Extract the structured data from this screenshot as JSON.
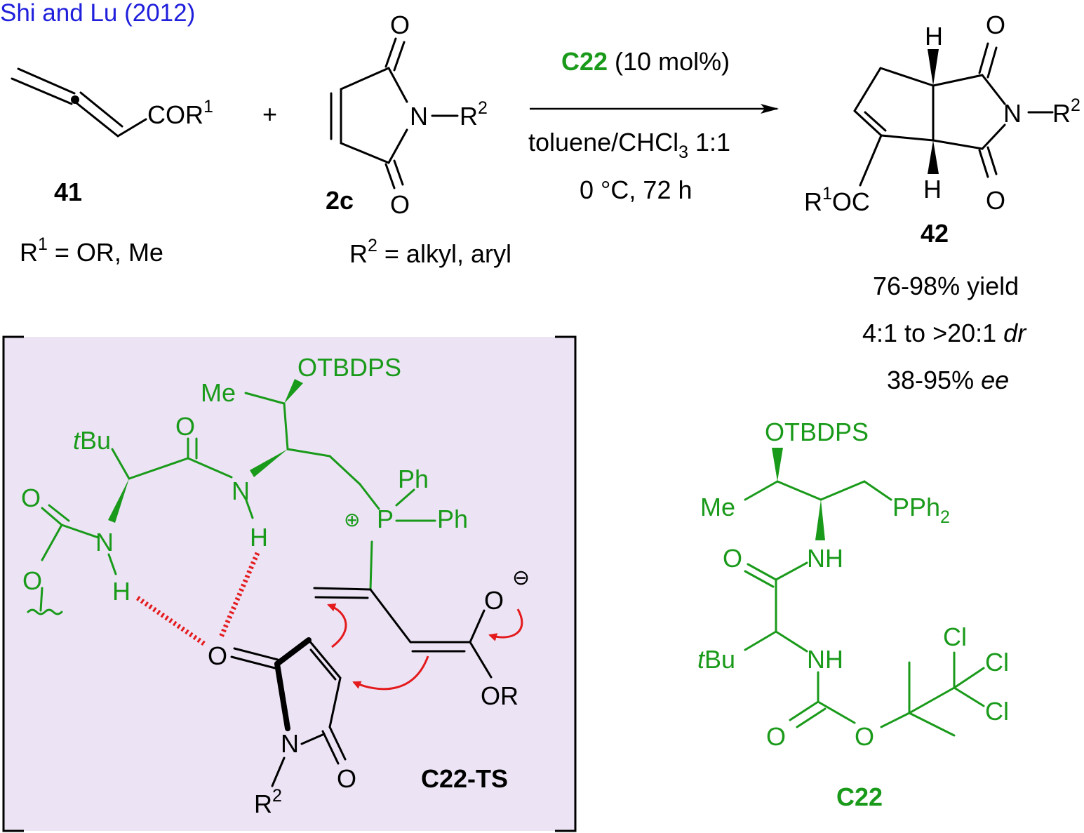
{
  "header": {
    "citation": "Shi and Lu (2012)"
  },
  "colors": {
    "citation": "#1f1fdc",
    "catalyst": "#1a9a1a",
    "ts_panel": "#ece4f5",
    "curly_arrow": "#e41a1c"
  },
  "reaction": {
    "reactant1": {
      "group": "COR",
      "sup": "1",
      "number": "41",
      "definition_r": "R",
      "definition_sup": "1",
      "definition_rest": " = OR, Me"
    },
    "plus": "+",
    "reactant2": {
      "o_top": "O",
      "o_bottom": "O",
      "n": "N",
      "r": "R",
      "r_sup": "2",
      "number": "2c",
      "definition_r": "R",
      "definition_sup": "2",
      "definition_rest": " = alkyl, aryl"
    },
    "conditions": {
      "catalyst": "C22",
      "loading": " (10 mol%)",
      "solvent_a": "toluene/CHCl",
      "solvent_sub": "3",
      "solvent_b": " 1:1",
      "temp_time": "0 °C, 72 h"
    },
    "product": {
      "number": "42",
      "h_top": "H",
      "h_bottom": "H",
      "o_top": "O",
      "o_bottom": "O",
      "n": "N",
      "r": "R",
      "r_sup": "2",
      "acyl_r": "R",
      "acyl_sup": "1",
      "acyl_rest": "OC",
      "yield": "76-98% yield",
      "dr_value": "4:1 to >20:1 ",
      "dr_label": "dr",
      "ee_value": "38-95% ",
      "ee_label": "ee"
    }
  },
  "transition_state": {
    "label": "C22-TS",
    "otbdps": "OTBDPS",
    "me": "Me",
    "o_amide": "O",
    "tbu_t": "t",
    "tbu_bu": "Bu",
    "nh_n": "N",
    "nh_h": "H",
    "carb_o": "O",
    "carb_n": "N",
    "carb_h": "H",
    "carb_oe": "O",
    "p": "P",
    "plus": "⊕",
    "ph1": "Ph",
    "ph2": "Ph",
    "enolate_o": "O",
    "minus": "⊖",
    "or": "OR",
    "mal_o1": "O",
    "mal_o2": "O",
    "mal_n": "N",
    "mal_r": "R",
    "mal_sup": "2"
  },
  "catalyst_structure": {
    "label": "C22",
    "otbdps": "OTBDPS",
    "me": "Me",
    "pph": "PPh",
    "pph_sub": "2",
    "nh1": "NH",
    "nh2": "NH",
    "o_amide": "O",
    "tbu_t": "t",
    "tbu_bu": "Bu",
    "o_carb": "O",
    "o_ester": "O",
    "cl1": "Cl",
    "cl2": "Cl",
    "cl3": "Cl"
  }
}
